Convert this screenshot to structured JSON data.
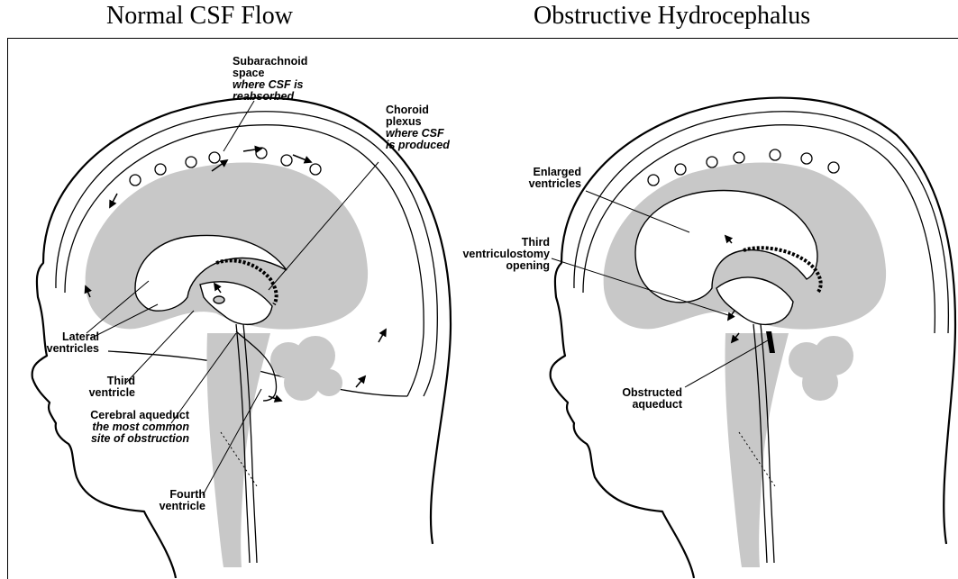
{
  "panels": {
    "left": {
      "title": "Normal CSF Flow",
      "labels": {
        "subarachnoid": {
          "line1": "Subarachnoid",
          "line2": "space",
          "note1": "where CSF is",
          "note2": "reabsorbed"
        },
        "choroid": {
          "line1": "Choroid",
          "line2": "plexus",
          "note1": "where CSF",
          "note2": "is produced"
        },
        "lateral": {
          "line1": "Lateral",
          "line2": "ventricles"
        },
        "third": {
          "line1": "Third",
          "line2": "ventricle"
        },
        "aqueduct": {
          "line1": "Cerebral aqueduct",
          "note1": "the most common",
          "note2": "site of obstruction"
        },
        "fourth": {
          "line1": "Fourth",
          "line2": "ventricle"
        }
      }
    },
    "right": {
      "title": "Obstructive Hydrocephalus",
      "labels": {
        "enlarged": {
          "line1": "Enlarged",
          "line2": "ventricles"
        },
        "ventriculostomy": {
          "line1": "Third",
          "line2": "ventriculostomy",
          "line3": "opening"
        },
        "obstructed": {
          "line1": "Obstructed",
          "line2": "aqueduct"
        }
      }
    }
  },
  "colors": {
    "tissue": "#c8c8c8",
    "line": "#000000",
    "background": "#ffffff"
  }
}
